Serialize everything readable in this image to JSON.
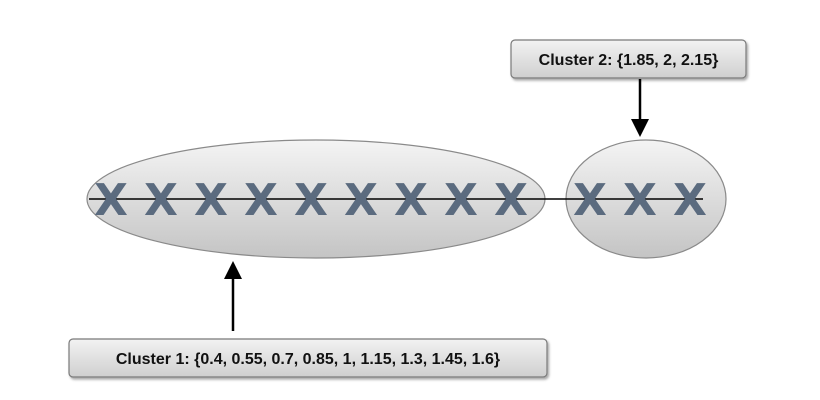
{
  "clusters": [
    {
      "label": "Cluster 1: {0.4, 0.55, 0.7, 0.85, 1, 1.15, 1.3, 1.45, 1.6}",
      "points": [
        0.4,
        0.55,
        0.7,
        0.85,
        1,
        1.15,
        1.3,
        1.45,
        1.6
      ]
    },
    {
      "label": "Cluster 2: {1.85, 2, 2.15}",
      "points": [
        1.85,
        2,
        2.15
      ]
    }
  ],
  "point_glyph": "X",
  "colors": {
    "point": "#5b6b7f",
    "ellipse_fill_light": "#f4f4f4",
    "ellipse_fill_dark": "#c4c4c4",
    "ellipse_stroke": "#8a8a8a",
    "axis_line": "#000000",
    "arrow": "#000000",
    "label_fill_light": "#f2f2f2",
    "label_fill_dark": "#cfcfcf",
    "label_stroke": "#7a7a7a"
  }
}
